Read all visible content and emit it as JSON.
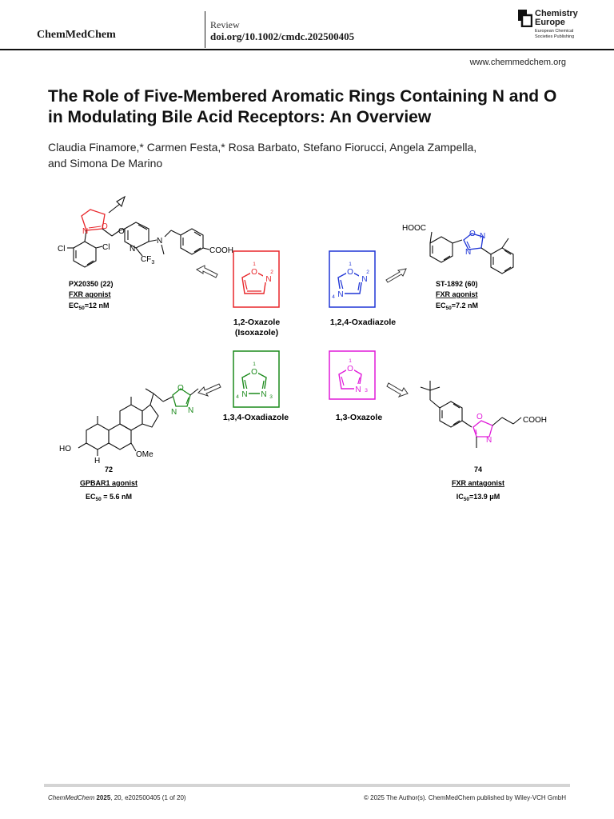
{
  "header": {
    "journal": "ChemMedChem",
    "doc_type": "Review",
    "doi": "doi.org/10.1002/cmdc.202500405",
    "publisher_line1": "Chemistry",
    "publisher_line2": "Europe",
    "publisher_sub1": "European Chemical",
    "publisher_sub2": "Societies Publishing",
    "website": "www.chemmedchem.org"
  },
  "article": {
    "title": "The Role of Five-Membered Aromatic Rings Containing N and O in Modulating Bile Acid Receptors: An Overview",
    "authors_line1": "Claudia Finamore,* Carmen Festa,* Rosa Barbato, Stefano Fiorucci, Angela Zampella,",
    "authors_line2": "and Simona De Marino"
  },
  "figure": {
    "colors": {
      "isoxazole": "#e8262a",
      "oxadiazole_124": "#1f35d6",
      "oxadiazole_134": "#1b8a1b",
      "oxazole_13": "#e01ad9"
    },
    "heterocycles": [
      {
        "name_line1": "1,2-Oxazole",
        "name_line2": "(Isoxazole)",
        "atom_o": "O",
        "atom_n": "N",
        "num_1": "1",
        "num_2": "2"
      },
      {
        "name_line1": "1,2,4-Oxadiazole",
        "atom_o": "O",
        "atom_n2": "N",
        "atom_n4": "N",
        "num_1": "1",
        "num_2": "2",
        "num_4": "4"
      },
      {
        "name_line1": "1,3,4-Oxadiazole",
        "atom_o": "O",
        "atom_n3": "N",
        "atom_n4": "N",
        "num_1": "1",
        "num_3": "3",
        "num_4": "4"
      },
      {
        "name_line1": "1,3-Oxazole",
        "atom_o": "O",
        "atom_n": "N",
        "num_1": "1",
        "num_3": "3"
      }
    ],
    "compounds": [
      {
        "name": "PX20350 (22)",
        "target": "FXR",
        "activity": "agonist",
        "metric": "EC",
        "sub": "50",
        "value": "=12 nM",
        "labels": {
          "cl1": "Cl",
          "cl2": "Cl",
          "n_ring": "N",
          "n_amine": "N",
          "cf3": "CF",
          "cf3_sub": "3",
          "cooh": "COOH",
          "o_ether": "O",
          "o_ring": "O",
          "n_isox": "N"
        }
      },
      {
        "name": "ST-1892 (60)",
        "target": "FXR",
        "activity": "agonist",
        "metric": "EC",
        "sub": "50",
        "value": "=7.2 nM",
        "labels": {
          "hooc": "HOOC",
          "o_ring": "O",
          "n_2": "N",
          "n_4": "N"
        }
      },
      {
        "name": "72",
        "target": "GPBAR1",
        "activity": "agonist",
        "metric": "EC",
        "sub": "50",
        "value": " = 5.6 nM",
        "labels": {
          "ho": "HO",
          "h": "H",
          "ome": "OMe",
          "o_ring": "O",
          "n_a": "N",
          "n_b": "N"
        }
      },
      {
        "name": "74",
        "target": "FXR",
        "activity": "antagonist",
        "metric": "IC",
        "sub": "50",
        "value": "=13.9 μM",
        "labels": {
          "cooh": "COOH",
          "o_ring": "O",
          "n_ring": "N"
        }
      }
    ]
  },
  "footer": {
    "citation_journal": "ChemMedChem",
    "citation_year": "2025",
    "citation_rest": ", 20, e202500405 (1 of 20)",
    "copyright": "© 2025 The Author(s). ChemMedChem published by Wiley-VCH GmbH"
  }
}
